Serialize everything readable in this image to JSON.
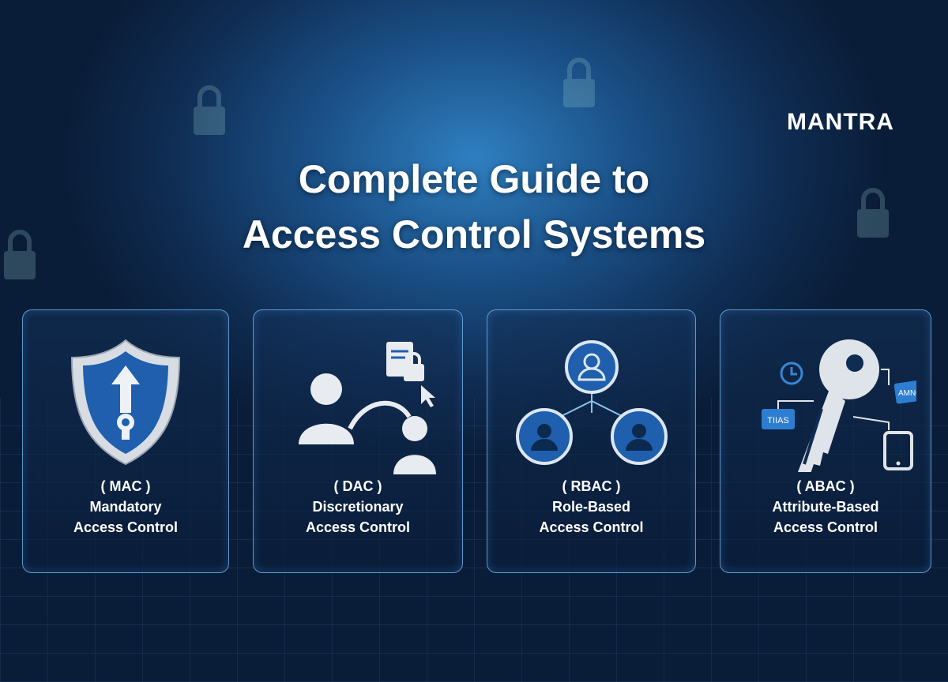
{
  "brand": {
    "logo_text": "MANTRA"
  },
  "title": {
    "line1": "Complete Guide to",
    "line2": "Access Control Systems"
  },
  "cards": [
    {
      "abbr": "( MAC )",
      "line1": "Mandatory",
      "line2": "Access Control",
      "icon": "shield-keyhole-icon"
    },
    {
      "abbr": "( DAC )",
      "line1": "Discretionary",
      "line2": "Access Control",
      "icon": "users-document-lock-icon"
    },
    {
      "abbr": "( RBAC )",
      "line1": "Role-Based",
      "line2": "Access Control",
      "icon": "role-hierarchy-icon"
    },
    {
      "abbr": "( ABAC )",
      "line1": "Attribute-Based",
      "line2": "Access Control",
      "icon": "key-attributes-icon",
      "tags": [
        "TIIAS",
        "AMNCE"
      ]
    }
  ],
  "colors": {
    "accent": "#3a86d0",
    "background": "#0f2c52"
  }
}
